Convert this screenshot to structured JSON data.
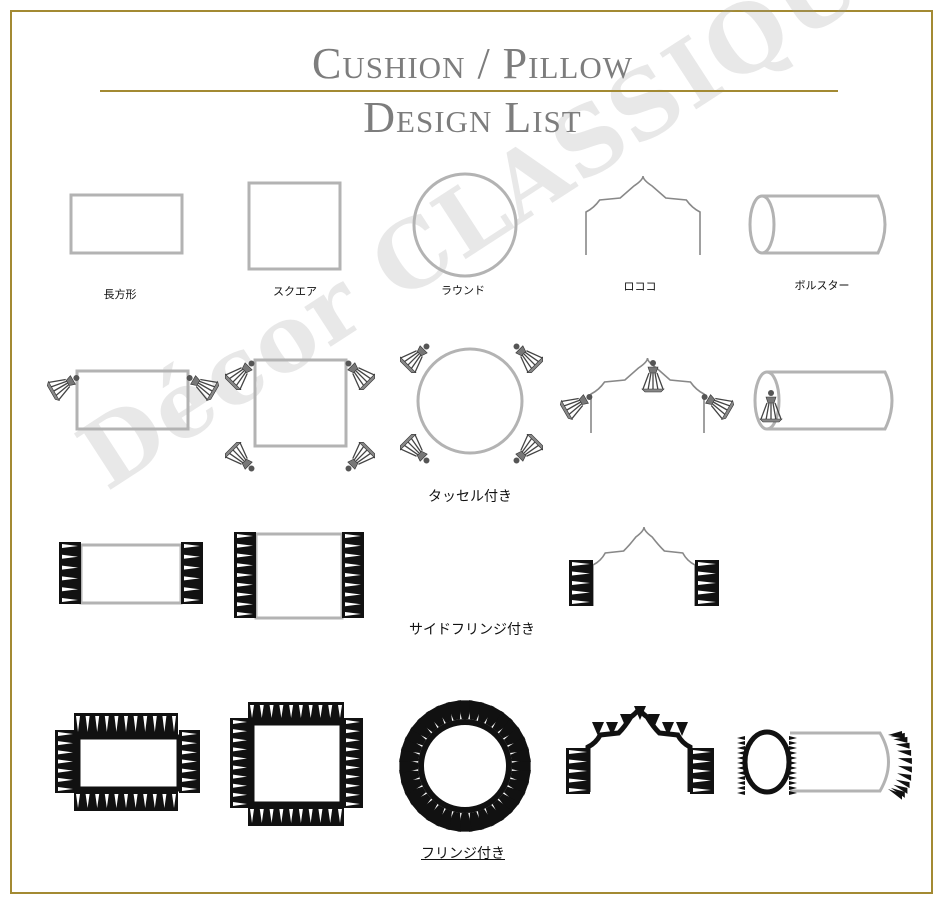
{
  "title_line1": "Cushion / Pillow",
  "title_line2": "Design List",
  "watermark": "Décor CLASSIQUE",
  "shapes": {
    "rectangle": "長方形",
    "square": "スクエア",
    "round": "ラウンド",
    "rococo": "ロココ",
    "bolster": "ボルスター"
  },
  "rows": {
    "tassel": "タッセル付き",
    "side_fringe": "サイドフリンジ付き",
    "fringe": "フリンジ付き"
  },
  "colors": {
    "frame": "#a38a33",
    "outline": "#b3b3b3",
    "fringe": "#111111"
  }
}
